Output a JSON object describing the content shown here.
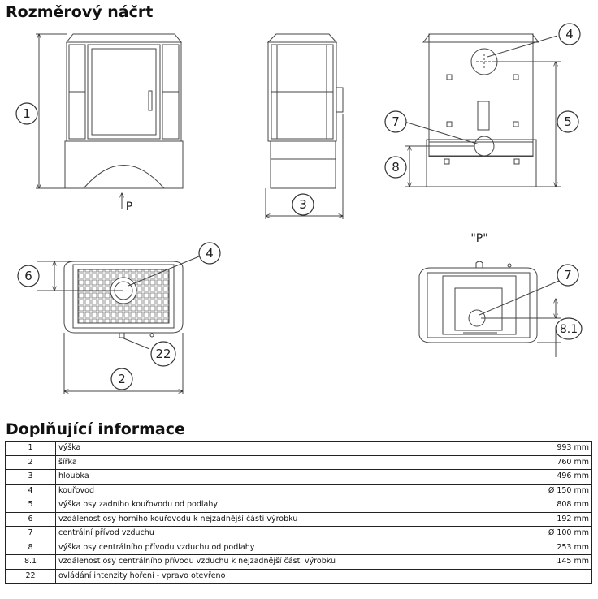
{
  "headings": {
    "sketch": "Rozměrový náčrt",
    "info": "Doplňující informace"
  },
  "callouts": {
    "c1": "1",
    "c2": "2",
    "c3": "3",
    "c4a": "4",
    "c4b": "4",
    "c5": "5",
    "c6": "6",
    "c7a": "7",
    "c7b": "7",
    "c8": "8",
    "c81": "8.1",
    "c22": "22",
    "p_arrow": "P",
    "p_view": "\"P\""
  },
  "rows": [
    {
      "num": "1",
      "label": "výška",
      "value": "993 mm"
    },
    {
      "num": "2",
      "label": "šířka",
      "value": "760 mm"
    },
    {
      "num": "3",
      "label": "hloubka",
      "value": "496 mm"
    },
    {
      "num": "4",
      "label": "kouřovod",
      "value": "Ø 150 mm"
    },
    {
      "num": "5",
      "label": "výška osy zadního kouřovodu od podlahy",
      "value": "808 mm"
    },
    {
      "num": "6",
      "label": "vzdálenost osy horního kouřovodu k nejzadnější části výrobku",
      "value": "192 mm"
    },
    {
      "num": "7",
      "label": "centrální přívod vzduchu",
      "value": "Ø 100 mm"
    },
    {
      "num": "8",
      "label": "výška osy centrálního přívodu vzduchu od podlahy",
      "value": "253 mm"
    },
    {
      "num": "8.1",
      "label": "vzdálenost osy centrálního přívodu vzduchu k nejzadnější části výrobku",
      "value": "145 mm"
    },
    {
      "num": "22",
      "label": "ovládání intenzity hoření - vpravo otevřeno",
      "value": ""
    }
  ]
}
